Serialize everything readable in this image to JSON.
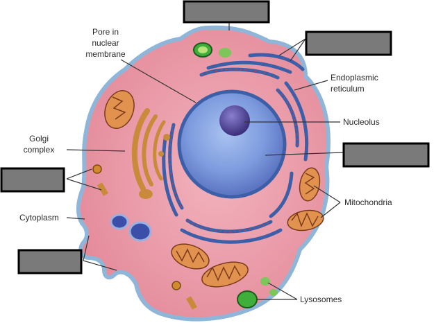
{
  "labels": {
    "pore": [
      "Pore in",
      "nuclear",
      "membrane"
    ],
    "er": [
      "Endoplasmic",
      "reticulum"
    ],
    "nucleolus": "Nucleolus",
    "golgi": [
      "Golgi",
      "complex"
    ],
    "mitochondria": "Mitochondria",
    "cytoplasm": "Cytoplasm",
    "lysosomes": "Lysosomes"
  },
  "colors": {
    "cytoplasm": "#e58b9c",
    "membrane": "#8fb6d8",
    "nucleus": "#6f8fd0",
    "nucleolus": "#4a3f8e",
    "er": "#3d5fa8",
    "golgi": "#c98a3a",
    "mitochondria": "#d77a3e",
    "lysosome": "#3fae3a",
    "blank_box": "#7a7a7a"
  }
}
